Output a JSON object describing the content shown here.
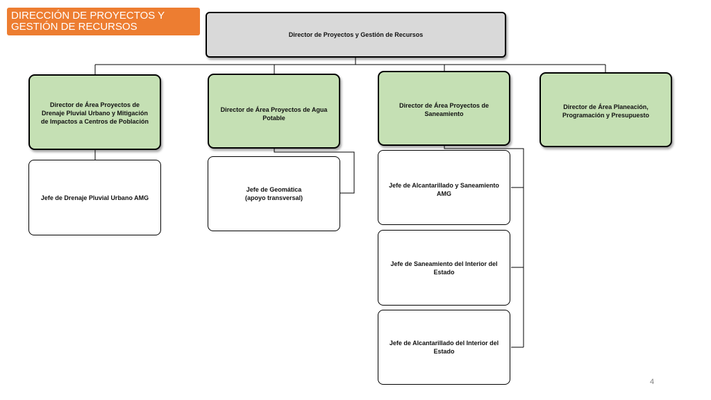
{
  "slide": {
    "title": "DIRECCIÓN DE PROYECTOS Y GESTIÓN DE RECURSOS",
    "page_number": "4",
    "accent_color": "#ed7d31"
  },
  "org_chart": {
    "top": {
      "label": "Director de Proyectos y Gestión de Recursos"
    },
    "directors": [
      {
        "label": "Director de Área Proyectos de Drenaje Pluvial Urbano y Mitigación de Impactos a Centros de Población"
      },
      {
        "label": "Director de Área Proyectos de Agua Potable"
      },
      {
        "label": "Director de Área Proyectos de Saneamiento"
      },
      {
        "label": "Director de Área Planeación, Programación y Presupuesto"
      }
    ],
    "jefes": [
      {
        "label": "Jefe de Drenaje Pluvial Urbano AMG",
        "reports_to": 0
      },
      {
        "label": "Jefe de Geomática\n(apoyo transversal)",
        "reports_to": 1
      },
      {
        "label": "Jefe de Alcantarillado  y Saneamiento AMG",
        "reports_to": 2
      },
      {
        "label": "Jefe de Saneamiento del Interior del Estado",
        "reports_to": 2
      },
      {
        "label": "Jefe de Alcantarillado del Interior del Estado",
        "reports_to": 2
      }
    ],
    "colors": {
      "top_fill": "#d9d9d9",
      "director_fill": "#c5e0b4",
      "jefe_fill": "#ffffff"
    }
  }
}
